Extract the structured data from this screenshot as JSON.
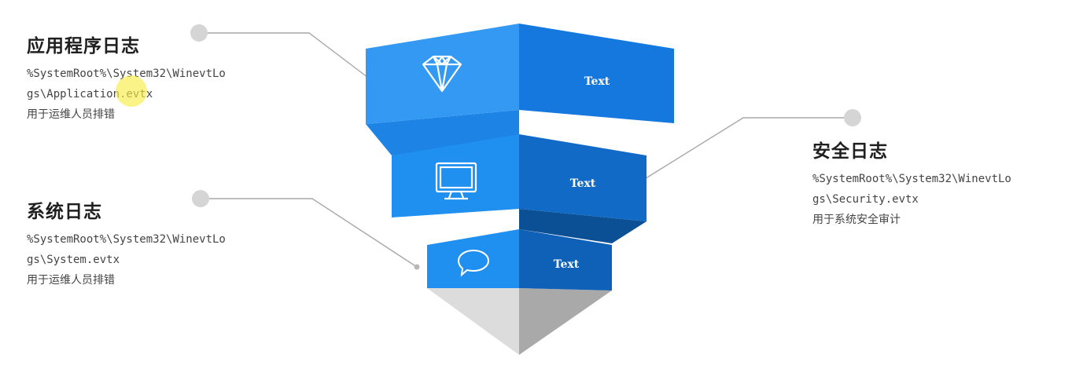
{
  "callouts": {
    "application": {
      "title": "应用程序日志",
      "path_line1": "%SystemRoot%\\System32\\WinevtLo",
      "path_line2": "gs\\Application.evtx",
      "note": "用于运维人员排错"
    },
    "system": {
      "title": "系统日志",
      "path_line1": "%SystemRoot%\\System32\\WinevtLo",
      "path_line2": "gs\\System.evtx",
      "note": "用于运维人员排错"
    },
    "security": {
      "title": "安全日志",
      "path_line1": "%SystemRoot%\\System32\\WinevtLo",
      "path_line2": "gs\\Security.evtx",
      "note": "用于系统安全审计"
    }
  },
  "funnel": {
    "top_label": "Text",
    "middle_label": "Text",
    "bottom_label": "Text",
    "top_icon": "diamond-icon",
    "middle_icon": "monitor-icon",
    "bottom_icon": "speech-bubble-icon"
  },
  "colors": {
    "blue_light": "#1f8ff0",
    "blue_mid": "#1a7ad8",
    "blue_dark": "#0f5ba8",
    "cone_light": "#dcdcdc",
    "cone_dark": "#a9a9a9",
    "connector": "#a8a8a8"
  }
}
